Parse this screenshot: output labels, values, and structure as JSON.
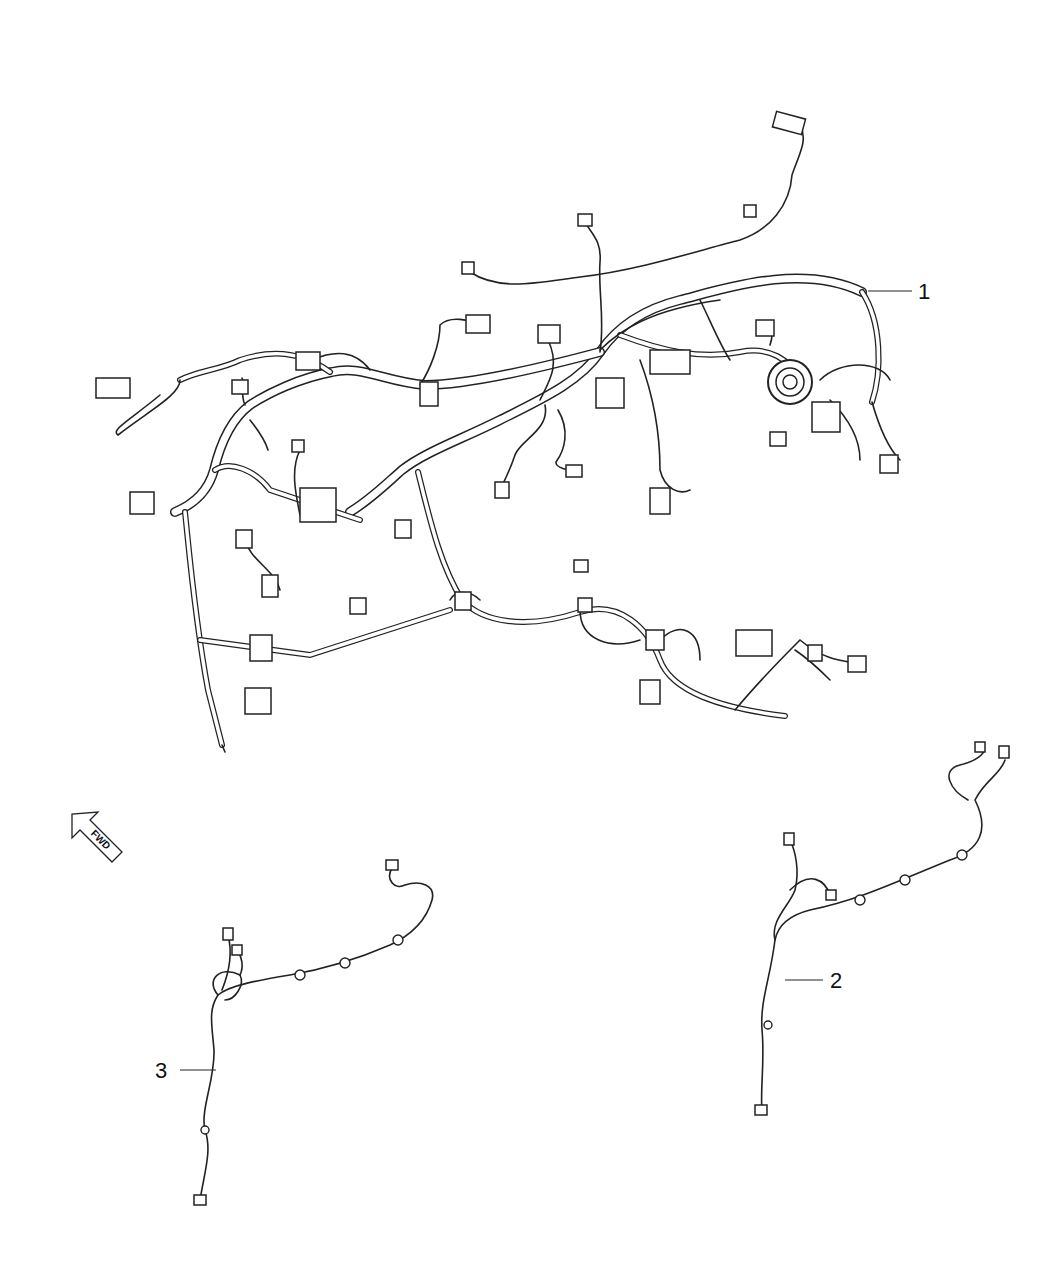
{
  "diagram": {
    "labels": [
      "1",
      "2",
      "3",
      "FWD"
    ]
  }
}
